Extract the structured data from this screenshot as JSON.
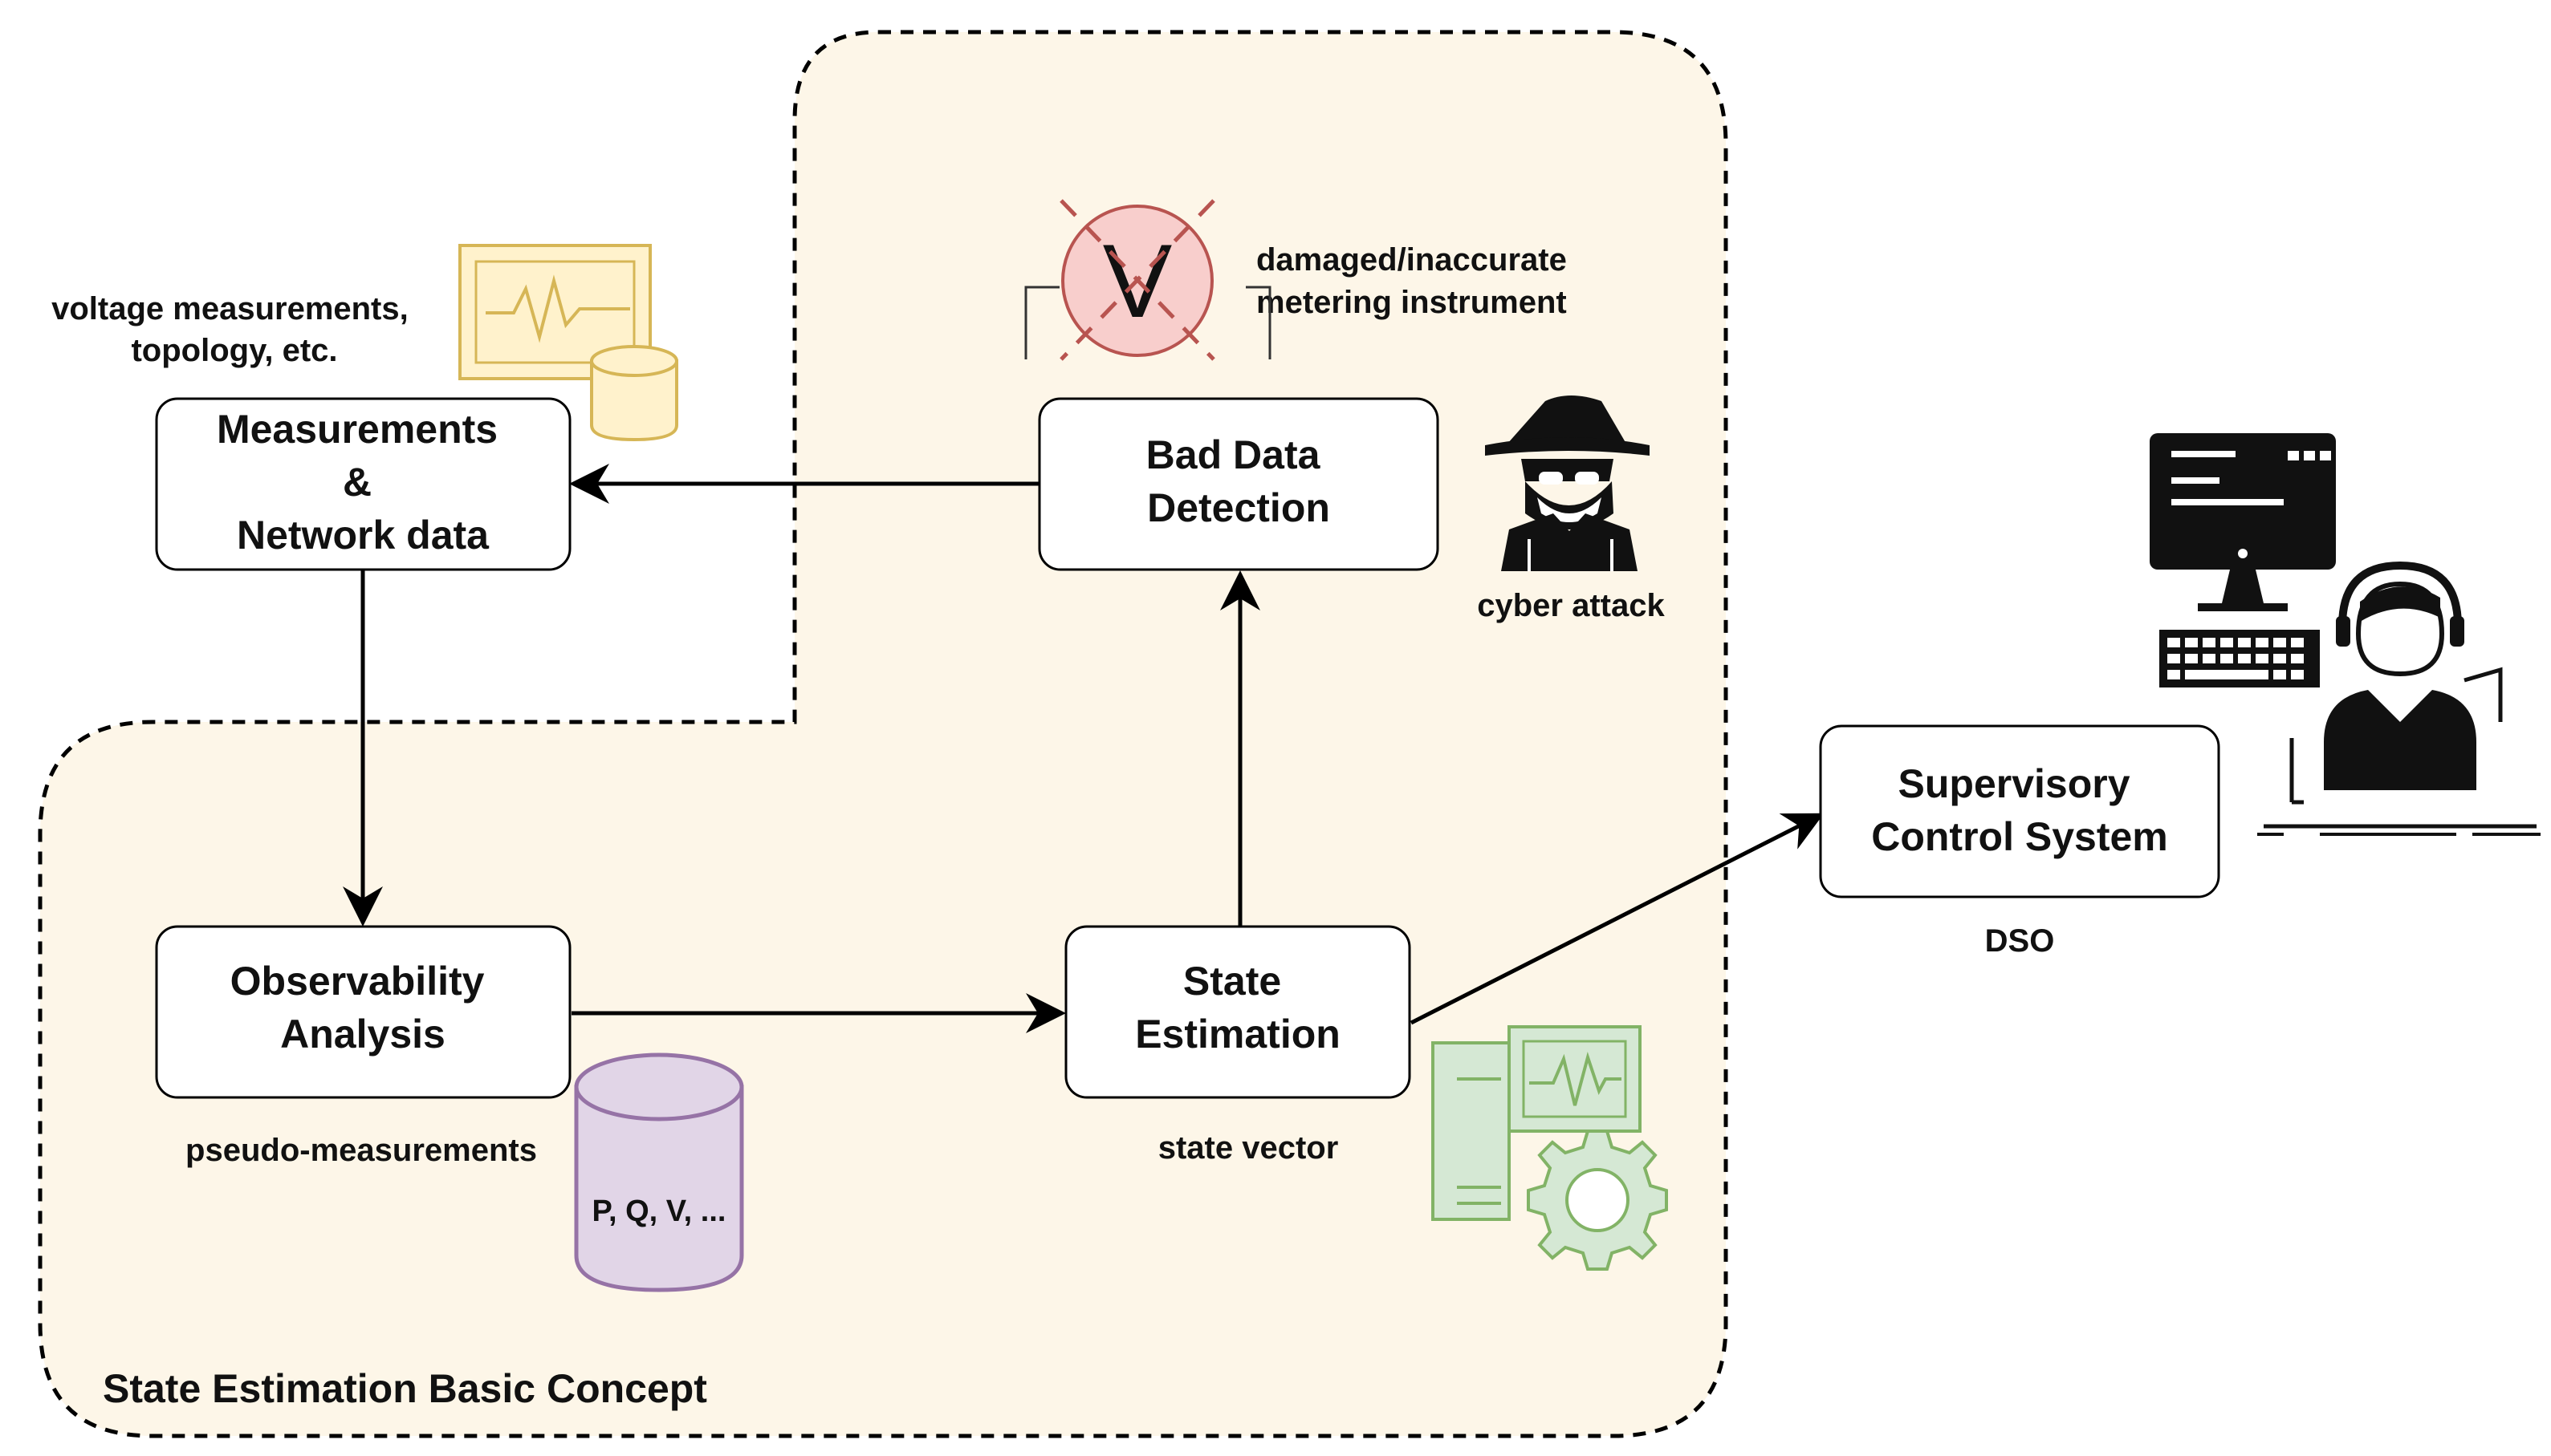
{
  "region": {
    "label": "State Estimation Basic Concept"
  },
  "nodes": {
    "measurements": {
      "lines": [
        "Measurements",
        "&",
        "Network data"
      ]
    },
    "bad_data": {
      "lines": [
        "Bad Data",
        "Detection"
      ]
    },
    "observability": {
      "lines": [
        "Observability",
        "Analysis"
      ]
    },
    "state_est": {
      "lines": [
        "State",
        "Estimation"
      ]
    },
    "scs": {
      "lines": [
        "Supervisory",
        "Control System"
      ]
    }
  },
  "labels": {
    "voltage": [
      "voltage measurements,",
      "topology, etc."
    ],
    "damaged": [
      "damaged/inaccurate",
      "metering instrument"
    ],
    "cyber": "cyber attack",
    "pseudo": "pseudo-measurements",
    "pqv": "P, Q, V, ...",
    "state_vec": "state vector",
    "dso": "DSO"
  },
  "meter": {
    "symbol": "V"
  },
  "colors": {
    "region_fill": "#fdf6e8",
    "yellow_icon_fill": "#fff2cc",
    "yellow_icon_stroke": "#d6b656",
    "purple_fill": "#e1d5e7",
    "purple_stroke": "#9673a6",
    "red_fill": "#f8cecc",
    "red_stroke": "#b85450",
    "green_fill": "#d5e8d4",
    "green_stroke": "#82b366"
  },
  "icons": [
    "monitor-database-icon",
    "voltmeter-icon",
    "hacker-icon",
    "database-icon",
    "monitor-gear-icon",
    "operator-workstation-icon"
  ]
}
